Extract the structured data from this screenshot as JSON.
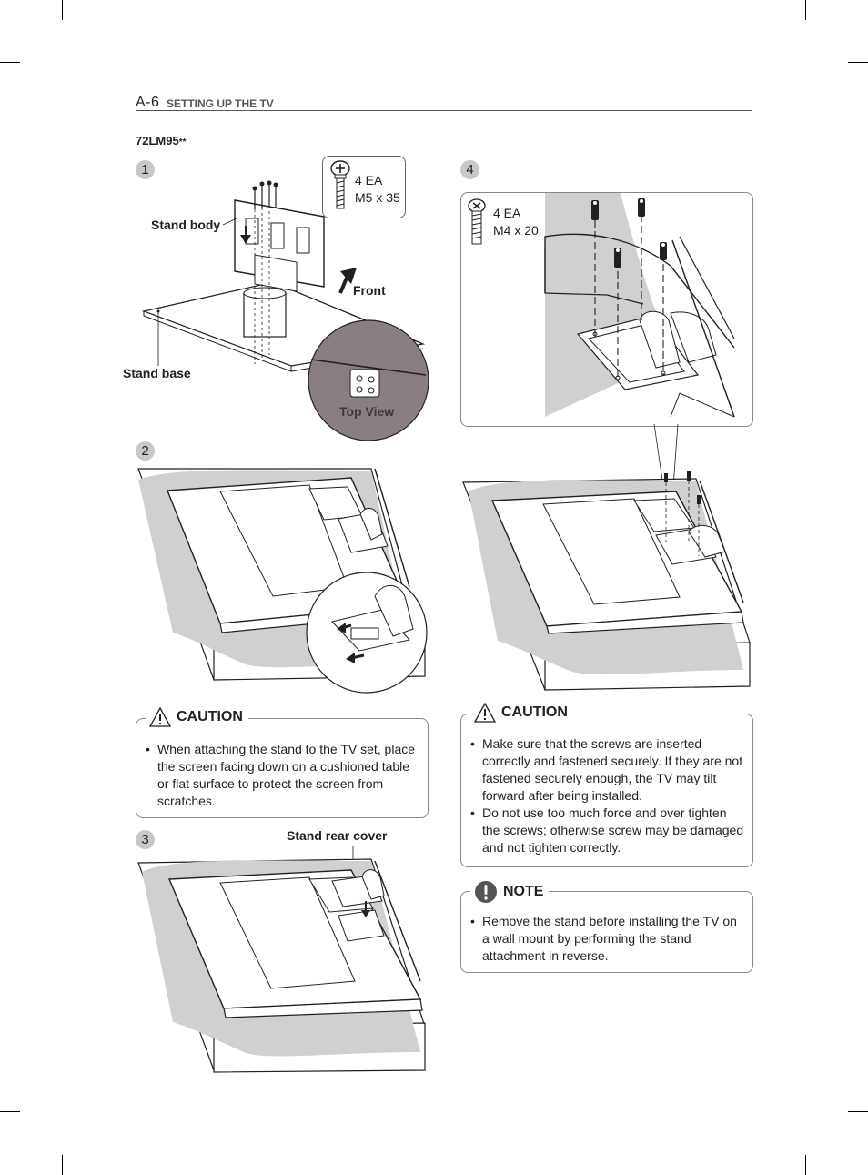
{
  "header": {
    "page_number": "A-6",
    "section_title": "SETTING UP THE TV"
  },
  "model": {
    "name": "72LM95",
    "suffix": "**"
  },
  "steps": {
    "step1": {
      "number": "1",
      "screw_qty": "4 EA",
      "screw_size": "M5 x 35",
      "stand_body_label": "Stand body",
      "stand_base_label": "Stand base",
      "front_label": "Front",
      "top_view_label": "Top View"
    },
    "step2": {
      "number": "2"
    },
    "step3": {
      "number": "3",
      "rear_cover_label": "Stand rear cover"
    },
    "step4": {
      "number": "4",
      "screw_qty": "4 EA",
      "screw_size": "M4 x 20"
    }
  },
  "caution_left": {
    "title": "CAUTION",
    "items": [
      "When attaching the stand to the TV set, place the screen facing down on a cushioned table or flat surface to protect the screen from scratches."
    ]
  },
  "caution_right": {
    "title": "CAUTION",
    "items": [
      "Make sure that the screws are inserted correctly and fastened securely. If they are not fastened securely enough, the TV may tilt forward after being installed.",
      "Do not use too much force and over tighten the screws; otherwise screw may be damaged and not tighten correctly."
    ]
  },
  "note": {
    "title": "NOTE",
    "items": [
      "Remove the stand before installing the TV on a wall mount by performing the stand attachment in reverse."
    ]
  },
  "icons": {
    "caution": "warning-triangle-icon",
    "note": "exclamation-circle-icon",
    "screw": "screw-icon"
  },
  "colors": {
    "cushion_gray": "#d0d0d0",
    "step_badge": "#c8c8c8",
    "top_view_fill": "#8a7f80"
  }
}
